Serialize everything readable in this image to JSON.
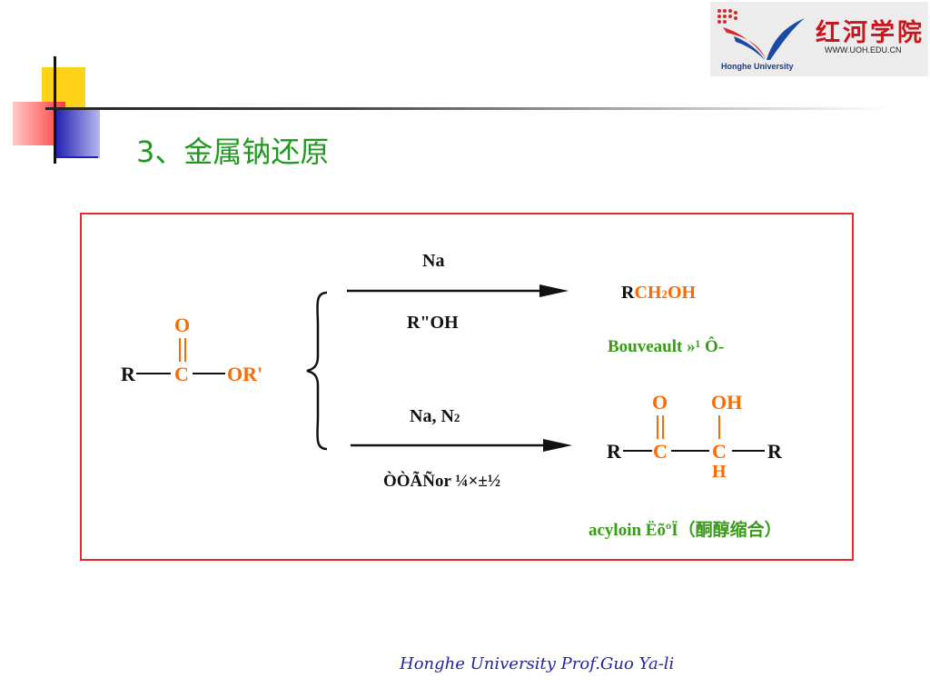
{
  "logo": {
    "name_cn": "红河学院",
    "url": "WWW.UOH.EDU.CN",
    "name_en": "Honghe University"
  },
  "slide": {
    "title": "3、金属钠还原"
  },
  "reaction": {
    "reactant": {
      "R": "R",
      "C": "C",
      "O": "O",
      "OR": "OR'"
    },
    "top_reagent_above": "Na",
    "top_reagent_below": "R\"OH",
    "top_product": {
      "R": "R",
      "CH": "CH",
      "sub": "2",
      "OH": "OH"
    },
    "top_name": "Bouveault »¹ Ô-",
    "bottom_reagent_above": "Na,  N",
    "bottom_reagent_above_sub": "2",
    "bottom_reagent_below": "ÒÒÃÑor ¼×±½",
    "bottom_product": {
      "R_left": "R",
      "C": "C",
      "O": "O",
      "CH_C": "C",
      "OH": "OH",
      "H": "H",
      "R_right": "R"
    },
    "bottom_name": "acyloin ËõºÏ（酮醇缩合）"
  },
  "footer": {
    "text": "Honghe University  Prof.Guo Ya-li"
  },
  "colors": {
    "title": "#1f9a1f",
    "box_border": "#e52b2b",
    "orange": "#ff6a00",
    "green_label": "#3a9a1a"
  }
}
